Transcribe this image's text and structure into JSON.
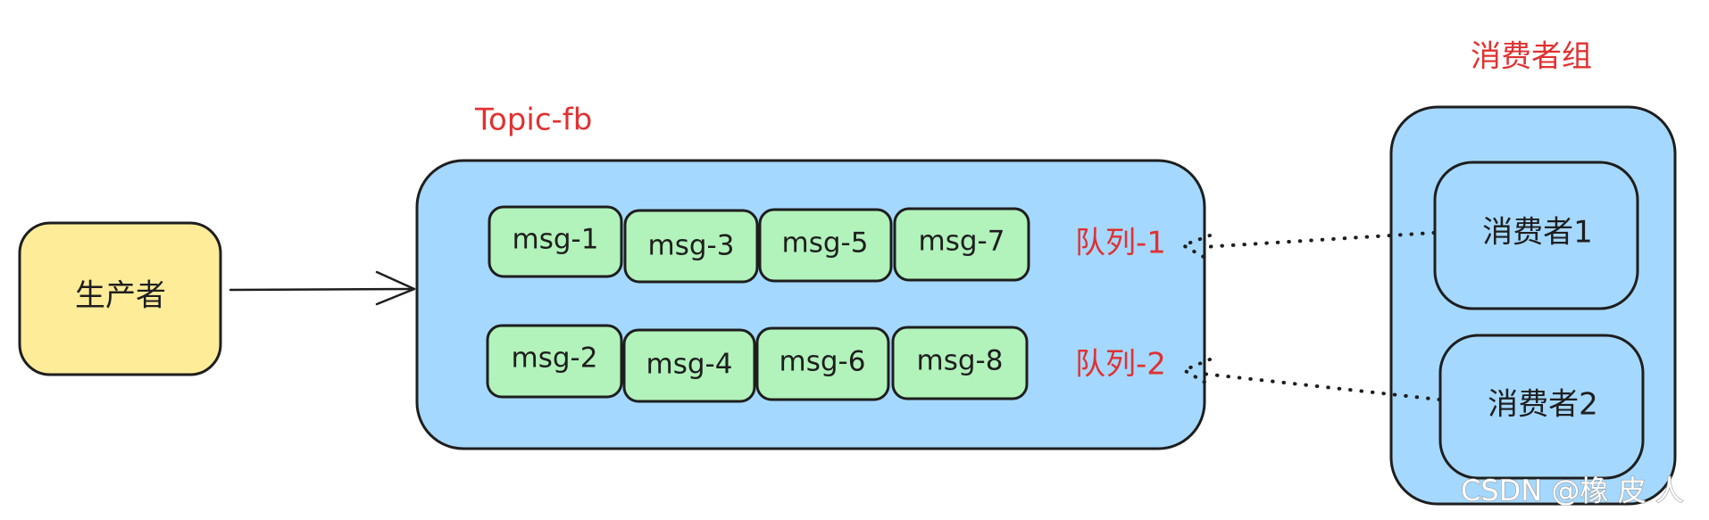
{
  "producer": {
    "label": "生产者"
  },
  "topic": {
    "title": "Topic-fb"
  },
  "queues": [
    {
      "label": "队列-1",
      "messages": [
        "msg-1",
        "msg-3",
        "msg-5",
        "msg-7"
      ]
    },
    {
      "label": "队列-2",
      "messages": [
        "msg-2",
        "msg-4",
        "msg-6",
        "msg-8"
      ]
    }
  ],
  "consumer_group": {
    "title": "消费者组",
    "consumers": [
      "消费者1",
      "消费者2"
    ]
  },
  "watermark": "CSDN @橡 皮 人",
  "colors": {
    "producer_fill": "#ffec99",
    "topic_fill": "#a5d8ff",
    "message_fill": "#b2f2bb",
    "group_fill": "#a5d8ff",
    "consumer_fill": "#a5d8ff",
    "accent_red": "#e03131",
    "stroke": "#1e1e1e"
  }
}
